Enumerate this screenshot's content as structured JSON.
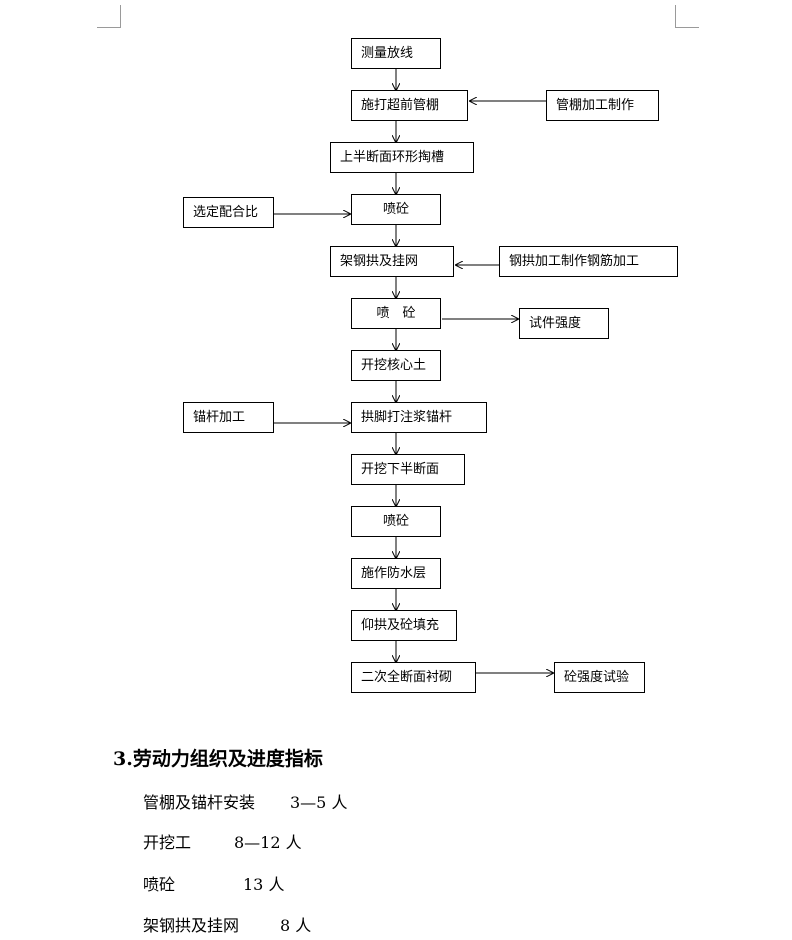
{
  "flowchart": {
    "main_steps": [
      "测量放线",
      "施打超前管棚",
      "上半断面环形掏槽",
      "喷砼",
      "架钢拱及挂网",
      "喷　砼",
      "开挖核心土",
      "拱脚打注浆锚杆",
      "开挖下半断面",
      "喷砼",
      "施作防水层",
      "仰拱及砼填充",
      "二次全断面衬砌"
    ],
    "side_steps": {
      "pipe_shed": "管棚加工制作",
      "mix_ratio": "选定配合比",
      "steel_arch": "钢拱加工制作钢筋加工",
      "test_piece": "试件强度",
      "anchor": "锚杆加工",
      "concrete_strength": "砼强度试验"
    }
  },
  "section": {
    "heading": "3.劳动力组织及进度指标",
    "labor": [
      {
        "task": "管棚及锚杆安装",
        "count": "3—5 人"
      },
      {
        "task": "开挖工",
        "count": "8—12 人"
      },
      {
        "task": "喷砼",
        "count": "13 人"
      },
      {
        "task": "架钢拱及挂网",
        "count": "8 人"
      }
    ]
  }
}
